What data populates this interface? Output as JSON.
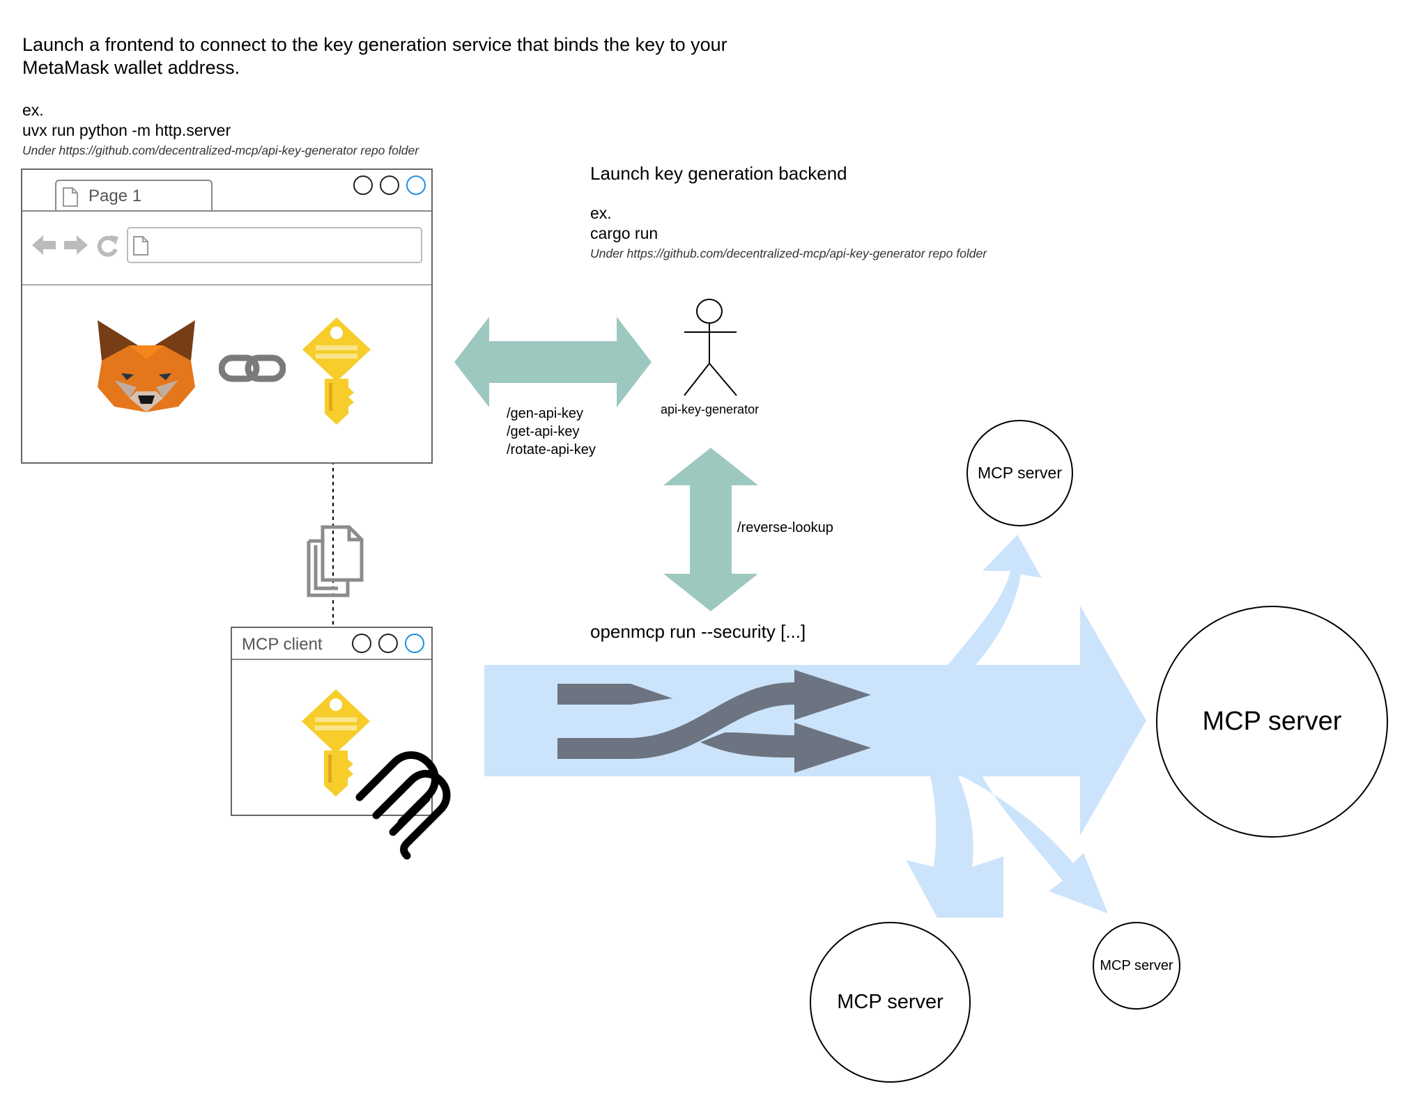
{
  "intro": {
    "line1": "Launch a frontend to connect to the key generation service that binds the key to your",
    "line2": "MetaMask wallet address.",
    "ex_label": "ex.",
    "command": "uvx run python -m http.server",
    "repo_note": "Under https://github.com/decentralized-mcp/api-key-generator repo folder"
  },
  "browser": {
    "tab_label": "Page 1"
  },
  "backend": {
    "title": "Launch key generation backend",
    "ex_label": "ex.",
    "command": "cargo run",
    "repo_note": "Under https://github.com/decentralized-mcp/api-key-generator repo folder"
  },
  "actor": {
    "label": "api-key-generator"
  },
  "endpoints": [
    "/gen-api-key",
    "/get-api-key",
    "/rotate-api-key"
  ],
  "reverse_lookup": "/reverse-lookup",
  "mcp_client": {
    "title": "MCP client"
  },
  "openmcp": "openmcp run --security [...]",
  "servers": {
    "top": "MCP server",
    "right": "MCP server",
    "bottom_left": "MCP server",
    "bottom_right": "MCP server"
  },
  "colors": {
    "teal_arrow": "#9dc8c0",
    "blue_flow": "#cce4fb",
    "key_yellow": "#f6cd2a",
    "fox_orange": "#e8821e",
    "shuffle_gray": "#6b7480"
  }
}
